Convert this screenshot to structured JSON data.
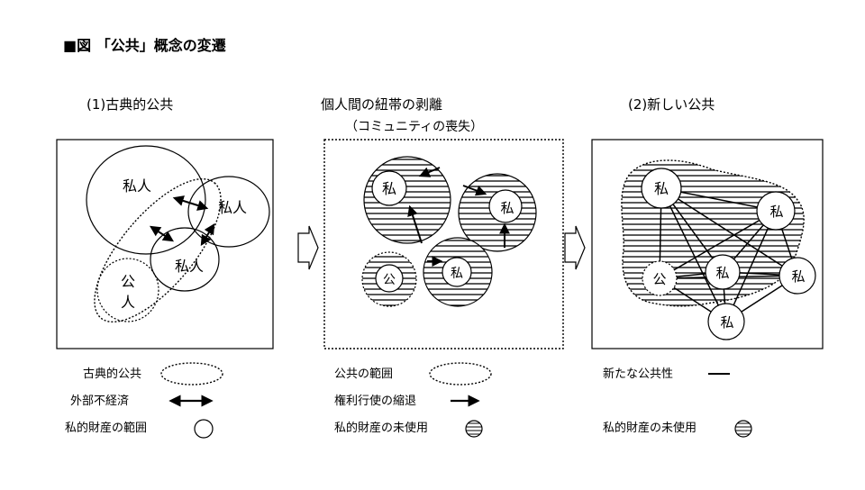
{
  "title": "■図 「公共」概念の変遷",
  "panels": {
    "classic": {
      "heading": "(1)古典的公共",
      "nodes": {
        "private_a": "私人",
        "private_b": "私人",
        "private_c": "私人",
        "public_a": "公",
        "public_b": "人"
      }
    },
    "separation": {
      "heading": "個人間の紐帯の剥離",
      "subheading": "（コミュニティの喪失）",
      "nodes": {
        "private_a": "私",
        "private_b": "私",
        "private_c": "私",
        "public": "公"
      }
    },
    "new": {
      "heading": "(2)新しい公共",
      "nodes": {
        "private_a": "私",
        "private_b": "私",
        "private_c": "私",
        "private_d": "私",
        "private_e": "私",
        "public": "公"
      }
    }
  },
  "legends": {
    "classic": [
      {
        "label": "古典的公共",
        "symbol": "dotted-ellipse-icon"
      },
      {
        "label": "外部不経済",
        "symbol": "double-arrow-icon"
      },
      {
        "label": "私的財産の範囲",
        "symbol": "circle-icon"
      }
    ],
    "separation": [
      {
        "label": "公共の範囲",
        "symbol": "dotted-ellipse-icon"
      },
      {
        "label": "権利行使の縮退",
        "symbol": "arrow-icon"
      },
      {
        "label": "私的財産の未使用",
        "symbol": "hatched-circle-icon"
      }
    ],
    "new": [
      {
        "label": "新たな公共性",
        "symbol": "line-icon"
      },
      {
        "label": "私的財産の未使用",
        "symbol": "hatched-circle-icon"
      }
    ]
  }
}
